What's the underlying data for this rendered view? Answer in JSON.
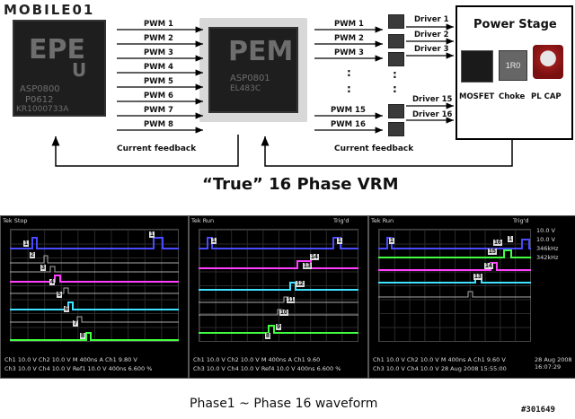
{
  "watermark": "MOBILE01",
  "pwm_left": [
    "PWM 1",
    "PWM 2",
    "PWM 3",
    "PWM 4",
    "PWM 5",
    "PWM 6",
    "PWM 7",
    "PWM 8"
  ],
  "pwm_right": [
    "PWM 1",
    "PWM 2",
    "PWM 3",
    ":",
    ":",
    "PWM 15",
    "PWM 16"
  ],
  "drivers": [
    "Driver 1",
    "Driver 2",
    "Driver 3",
    "Driver 15",
    "Driver 16"
  ],
  "chip1_marks": [
    "EPE",
    "U",
    "ASP0800",
    "P0612",
    "KR1000733A"
  ],
  "chip2_marks": [
    "PEM",
    "ASP0801",
    "EL483C"
  ],
  "power_stage": {
    "title": "Power Stage",
    "parts": [
      "MOSFET",
      "Choke",
      "PL CAP"
    ],
    "choke_code": "1R0"
  },
  "feedback": [
    "Current feedback",
    "Current feedback"
  ],
  "main_caption": "“True” 16 Phase VRM",
  "bottom_caption": "Phase1 ~ Phase 16 waveform",
  "post_id": "#301649",
  "scopes": [
    {
      "status": "Tek Stop",
      "bottom": "Ch1 10.0 V  Ch2 10.0 V  M 400ns  A Ch1 9.80 V",
      "bottom2": "Ch3 10.0 V  Ch4 10.0 V   Ref1 10.0 V  400ns  6.600 %",
      "labels": [
        "1",
        "2",
        "3",
        "4",
        "5",
        "6",
        "7",
        "8",
        "1"
      ]
    },
    {
      "status": "Tek Run",
      "trig": "Trig'd",
      "bottom": "Ch1 10.0 V  Ch2 10.0 V  M 400ns  A Ch1 9.60",
      "bottom2": "Ch3 10.0 V  Ch4 10.0 V  Ref4 10.0 V  400ns  6.600 %",
      "labels": [
        "1",
        "8",
        "9",
        "10",
        "11",
        "12",
        "13",
        "14",
        "1"
      ]
    },
    {
      "status": "Tek Run",
      "trig": "Trig'd",
      "bottom": "Ch1 10.0 V  Ch2 10.0 V  M 400ns  A Ch1 9.60 V",
      "bottom2": "Ch3 10.0 V  Ch4 10.0 V  28 Aug 2008 15:55:00",
      "date": "28 Aug 2008 16:07:29",
      "labels": [
        "1",
        "13",
        "14",
        "15",
        "16",
        "1"
      ],
      "readout": [
        "10.0 V",
        "10.0 V",
        "346kHz",
        "342kHz"
      ]
    }
  ]
}
